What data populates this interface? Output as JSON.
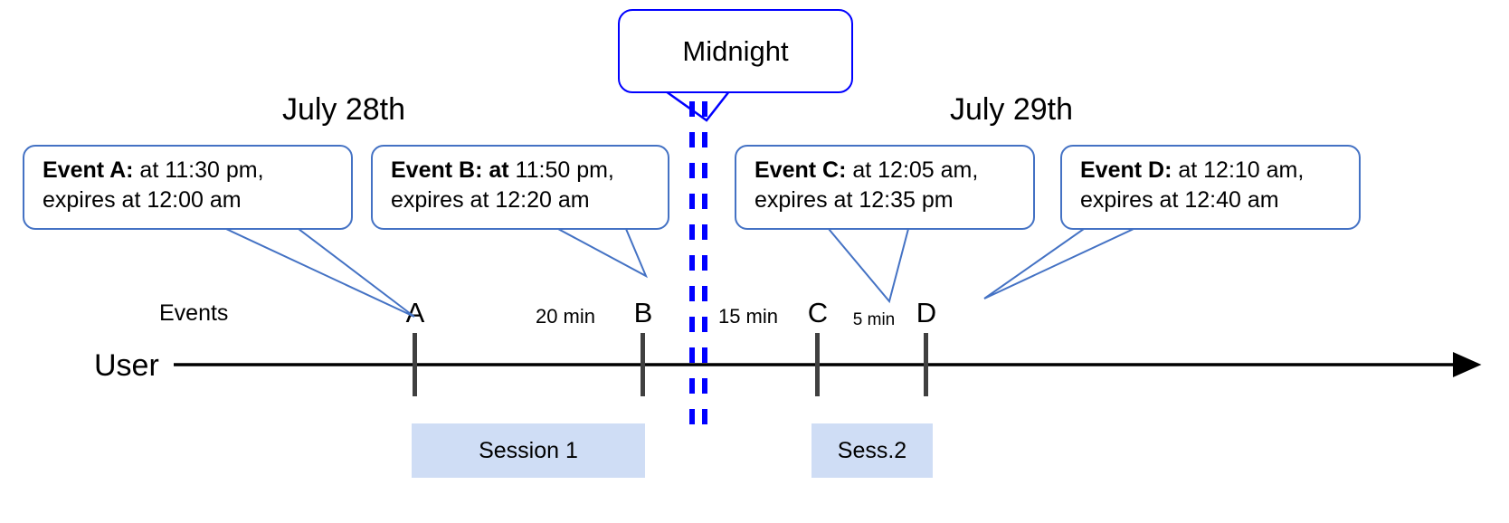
{
  "diagram": {
    "title_boxes": {
      "midnight": {
        "label": "Midnight"
      }
    },
    "dates": [
      {
        "label": "July 28th"
      },
      {
        "label": "July 29th"
      }
    ],
    "row_labels": {
      "events": "Events",
      "user": "User"
    },
    "event_callouts": [
      {
        "id": "A",
        "bold_prefix": "Event A:",
        "line1_rest": " at 11:30 pm,",
        "line2": "expires at 12:00 am"
      },
      {
        "id": "B",
        "bold_prefix": "Event B: at",
        "line1_rest": " 11:50 pm,",
        "line2": "expires at 12:20 am"
      },
      {
        "id": "C",
        "bold_prefix": "Event C:",
        "line1_rest": " at 12:05 am,",
        "line2": "expires at 12:35 pm"
      },
      {
        "id": "D",
        "bold_prefix": "Event D:",
        "line1_rest": "  at 12:10 am,",
        "line2": "expires at 12:40 am"
      }
    ],
    "event_markers": [
      {
        "letter": "A"
      },
      {
        "letter": "B"
      },
      {
        "letter": "C"
      },
      {
        "letter": "D"
      }
    ],
    "intervals": [
      {
        "label": "20 min"
      },
      {
        "label": "15 min"
      },
      {
        "label": "5 min"
      }
    ],
    "sessions": [
      {
        "label": "Session 1"
      },
      {
        "label": "Sess.2"
      }
    ],
    "colors": {
      "callout_border": "#4472C4",
      "midnight_border": "#0000FF",
      "midnight_dash": "#0000FF",
      "session_fill": "#CFDDF5",
      "tick": "#404040",
      "axis": "#000000",
      "leader_line": "#4472C4"
    }
  }
}
